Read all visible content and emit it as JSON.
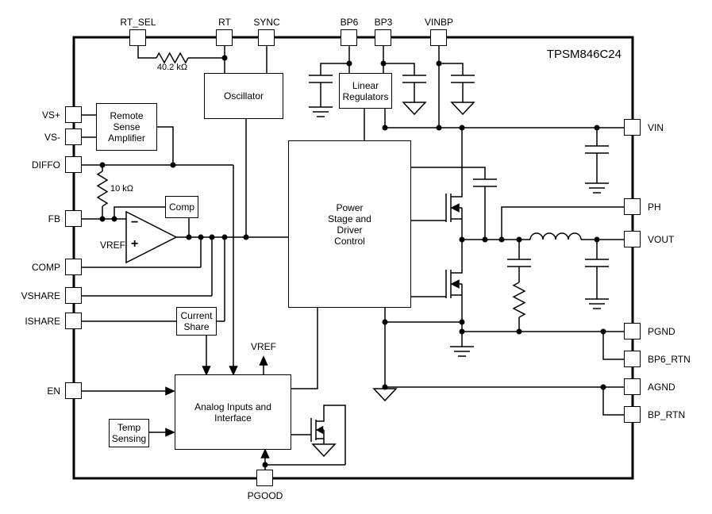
{
  "diagram": {
    "title": "TPSM846C24",
    "pins": {
      "top": [
        {
          "label": "RT_SEL"
        },
        {
          "label": "RT"
        },
        {
          "label": "SYNC"
        },
        {
          "label": "BP6"
        },
        {
          "label": "BP3"
        },
        {
          "label": "VINBP"
        }
      ],
      "left": [
        {
          "label": "VS+"
        },
        {
          "label": "VS-"
        },
        {
          "label": "DIFFO"
        },
        {
          "label": "FB"
        },
        {
          "label": "COMP"
        },
        {
          "label": "VSHARE"
        },
        {
          "label": "ISHARE"
        },
        {
          "label": "EN"
        }
      ],
      "right": [
        {
          "label": "VIN"
        },
        {
          "label": "PH"
        },
        {
          "label": "VOUT"
        },
        {
          "label": "PGND"
        },
        {
          "label": "BP6_RTN"
        },
        {
          "label": "AGND"
        },
        {
          "label": "BP_RTN"
        }
      ],
      "bottom": [
        {
          "label": "PGOOD"
        }
      ]
    },
    "blocks": {
      "oscillator": {
        "label": "Oscillator"
      },
      "linear_regulators": {
        "label": "Linear Regulators"
      },
      "remote_sense_amplifier": {
        "label": "Remote Sense Amplifier"
      },
      "comparator": {
        "label": "Comp"
      },
      "power_stage": {
        "label": "Power Stage and Driver Control"
      },
      "current_share": {
        "label": "Current Share"
      },
      "analog_interface": {
        "label": "Analog Inputs and Interface"
      },
      "temp_sensing": {
        "label": "Temp Sensing"
      }
    },
    "components": {
      "rt_resistor": {
        "label": "40.2 kΩ"
      },
      "fb_resistor": {
        "label": "10 kΩ"
      },
      "error_amp": {
        "ref_label": "VREF",
        "minus": "−",
        "plus": "+"
      },
      "vref_output": {
        "label": "VREF"
      }
    },
    "colors": {
      "line": "#000000",
      "background": "#ffffff"
    }
  }
}
